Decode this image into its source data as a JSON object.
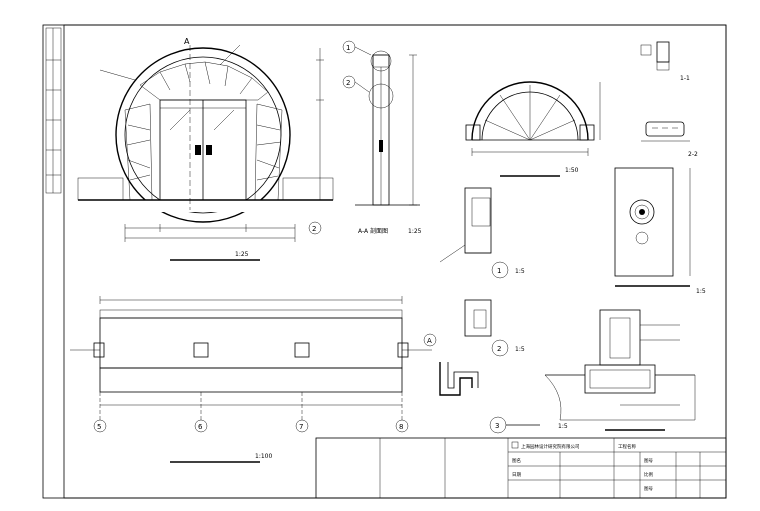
{
  "drawing": {
    "section_marks": {
      "cut_label": "A",
      "detail_1": "1",
      "detail_2": "2",
      "detail_3": "3"
    },
    "grid_axes": [
      "5",
      "6",
      "7",
      "8"
    ],
    "side_axis": "A",
    "section_22_label": "2-2",
    "section_11_label": "1-1",
    "moon_gate_elevation_scale": "1:25",
    "aa_section_title": "A-A 剖面图",
    "aa_section_scale": "1:25",
    "gate_plan_scale": "1:50",
    "detail_scale": "1:5",
    "detail_3_scale": "1:5",
    "knocker_scale": "1:5",
    "wall_elevation_scale": "1:100"
  },
  "title_block": {
    "design_institute": "上海园林设计研究院有限公司",
    "project_label": "工程名称",
    "drawing_label": "图名",
    "drawing_number_label": "图号",
    "date_label": "日期",
    "scale_label": "比例",
    "sheet_label": "图号"
  },
  "colors": {
    "ink": "#000000",
    "paper": "#ffffff"
  }
}
